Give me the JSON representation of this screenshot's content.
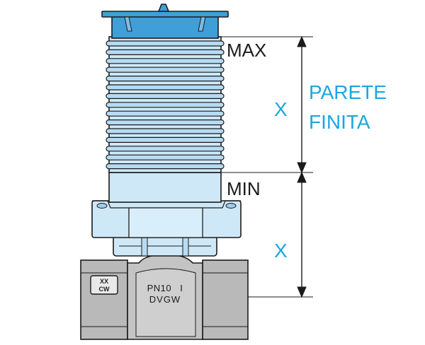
{
  "labels": {
    "max": "MAX",
    "min": "MIN",
    "x_upper": "X",
    "x_lower": "X",
    "parete_line1": "PARETE",
    "parete_line2": "FINITA"
  },
  "body_marking": {
    "rating": "PN10",
    "mark": "I",
    "cert": "DVGW"
  },
  "badge": {
    "line1": "XX",
    "line2": "CW"
  },
  "colors": {
    "cap_blue": "#3f9fd9",
    "sleeve_light": "#cfe8f8",
    "accent_text": "#1aa7e0",
    "body_grey": "#b4b4b4",
    "outline": "#1b1b1b"
  }
}
